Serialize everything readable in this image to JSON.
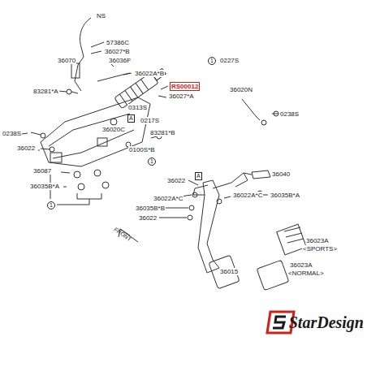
{
  "diagram": {
    "labels": [
      "NS",
      "57386C",
      "36070",
      "36027*B",
      "36036F",
      "36022A*B",
      "83281*A",
      "RS00012",
      "36027*A",
      "0313S",
      "0217S",
      "A",
      "36020C",
      "0238S",
      "83281*B",
      "36022",
      "0100S*B",
      "1",
      "36087",
      "36035B*A",
      "1",
      "FRONT",
      "1",
      "0227S",
      "36020N",
      "0238S",
      "A",
      "36040",
      "36022",
      "36022A*C",
      "36035B*A",
      "36022A*C",
      "36035B*B",
      "36022",
      "36023A",
      "<SPORTS>",
      "36023A",
      "<NORMAL>",
      "36015",
      "StarDesign"
    ]
  }
}
